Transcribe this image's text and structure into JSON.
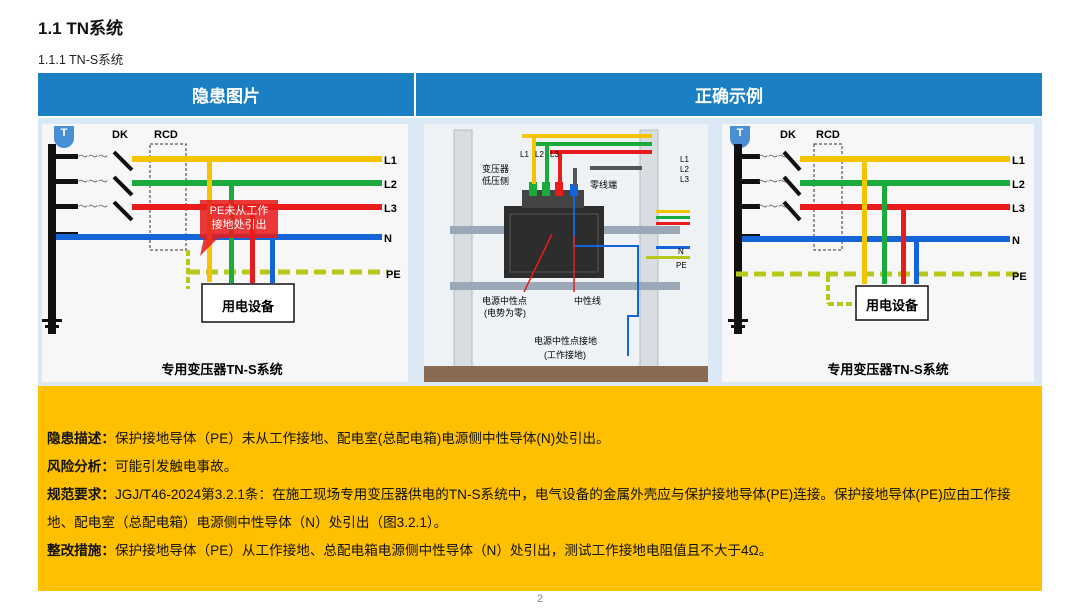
{
  "heading": "1.1 TN系统",
  "subheading": "1.1.1  TN-S系统",
  "columns": {
    "left": "隐患图片",
    "right": "正确示例"
  },
  "diagram_hazard": {
    "labels": {
      "t": "T",
      "dk": "DK",
      "rcd": "RCD",
      "l1": "L1",
      "l2": "L2",
      "l3": "L3",
      "n": "N",
      "pe": "PE"
    },
    "device": "用电设备",
    "callout": [
      "PE未从工作",
      "接地处引出"
    ],
    "caption": "专用变压器TN-S系统"
  },
  "diagram_transformer": {
    "labels": {
      "l1": "L1",
      "l2": "L2",
      "l3": "L3",
      "transformer_low_side": [
        "变压器",
        "低压侧"
      ],
      "neutral_terminal": "零线端",
      "neutral_point": [
        "电源中性点",
        "(电势为零)"
      ],
      "neutral_line": "中性线",
      "grounding": [
        "电源中性点接地",
        "(工作接地)"
      ],
      "right_l1": "L1",
      "right_l2": "L2",
      "right_l3": "L3",
      "right_n": "N",
      "right_pe": "PE"
    }
  },
  "diagram_correct": {
    "labels": {
      "t": "T",
      "dk": "DK",
      "rcd": "RCD",
      "l1": "L1",
      "l2": "L2",
      "l3": "L3",
      "n": "N",
      "pe": "PE"
    },
    "device": "用电设备",
    "caption": "专用变压器TN-S系统"
  },
  "description": {
    "hazard": {
      "label": "隐患描述：",
      "text": "保护接地导体（PE）未从工作接地、配电室(总配电箱)电源侧中性导体(N)处引出。"
    },
    "risk": {
      "label": "风险分析：",
      "text": "可能引发触电事故。"
    },
    "standard": {
      "label": "规范要求：",
      "text": "JGJ/T46-2024第3.2.1条：在施工现场专用变压器供电的TN-S系统中，电气设备的金属外壳应与保护接地导体(PE)连接。保护接地导体(PE)应由工作接地、配电室（总配电箱）电源侧中性导体（N）处引出（图3.2.1）。"
    },
    "fix": {
      "label": "整改措施：",
      "text": "保护接地导体（PE）从工作接地、总配电箱电源侧中性导体（N）处引出，测试工作接地电阻值且不大于4Ω。"
    }
  },
  "page_number": "2",
  "colors": {
    "header_blue": "#1a7fc3",
    "panel_bg": "#dbe9f6",
    "desc_bg": "#fec000",
    "l1": "#f5c400",
    "l2": "#1aab3c",
    "l3": "#e81c1c",
    "n": "#1565d8",
    "pe": "#b8c81a"
  }
}
